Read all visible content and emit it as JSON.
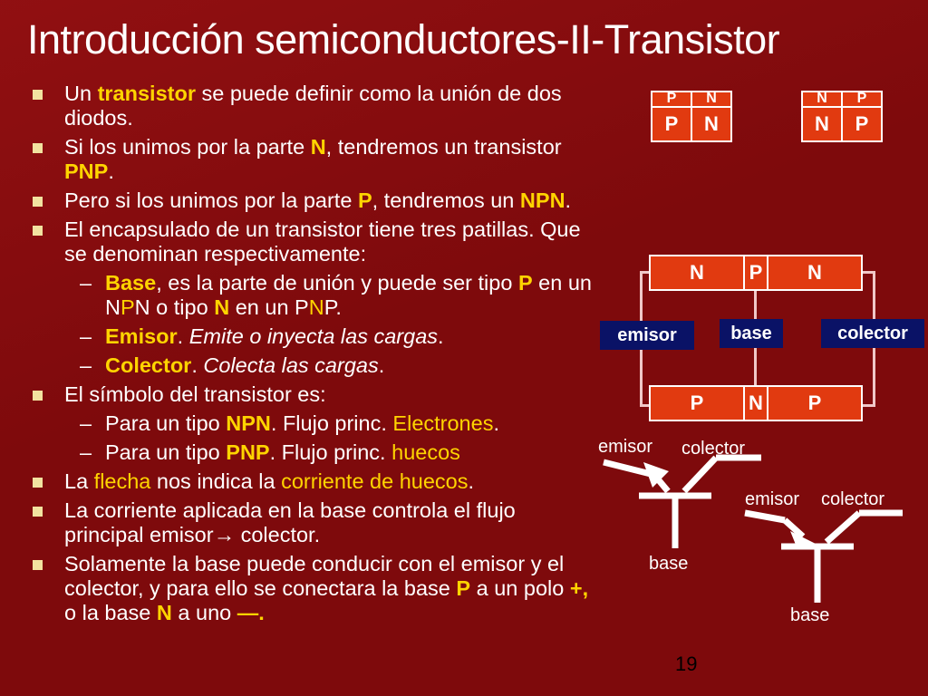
{
  "title": "Introducción semiconductores-II-Transistor",
  "bullets": {
    "b1": {
      "t1": "Un ",
      "t2": "transistor",
      "t3": " se puede definir como la unión de dos diodos."
    },
    "b2": {
      "t1": "Si los unimos por la parte ",
      "t2": "N",
      "t3": ", tendremos un transistor ",
      "t4": "PNP",
      "t5": "."
    },
    "b3": {
      "t1": "Pero si los unimos por la parte ",
      "t2": "P",
      "t3": ", tendremos un ",
      "t4": "NPN",
      "t5": "."
    },
    "b4": {
      "t1": "El encapsulado de un  transistor tiene tres patillas. Que se denominan respectivamente:"
    },
    "s1": {
      "dash": "–",
      "t1": "Base",
      "t2": ", es la parte de unión y puede ser tipo ",
      "t3": "P",
      "t4": " en un N",
      "t5": "P",
      "t6": "N o tipo ",
      "t7": "N",
      "t8": " en un P",
      "t9": "N",
      "t10": "P."
    },
    "s2": {
      "dash": "–",
      "t1": "Emisor",
      "t2": ". ",
      "t3": "Emite o inyecta las cargas",
      "t4": "."
    },
    "s3": {
      "dash": "–",
      "t1": "Colector",
      "t2": ". ",
      "t3": "Colecta las cargas",
      "t4": "."
    },
    "b5": {
      "t1": "El símbolo del transistor es:"
    },
    "s4": {
      "dash": "–",
      "t1": "Para un tipo ",
      "t2": "NPN",
      "t3": ". Flujo princ. ",
      "t4": "Electrones",
      "t5": "."
    },
    "s5": {
      "dash": "–",
      "t1": "Para un tipo ",
      "t2": "PNP",
      "t3": ". Flujo princ. ",
      "t4": "huecos"
    },
    "b6": {
      "t1": "La ",
      "t2": "flecha",
      "t3": " nos indica la ",
      "t4": "corriente de huecos",
      "t5": "."
    },
    "b7": {
      "t1": "La corriente aplicada en la base controla el flujo principal emisor",
      "t2": "→",
      "t3": " colector."
    },
    "b8": {
      "t1": "Solamente la base puede conducir con el emisor y el colector, y para ello se conectara la base ",
      "t2": "P",
      "t3": " a un polo ",
      "t4": "+,",
      "t5": " o la base ",
      "t6": "N",
      "t7": " a uno ",
      "t8": "—."
    }
  },
  "diagram": {
    "diode1": {
      "back_left": "P",
      "back_right": "N",
      "left": "P",
      "right": "N"
    },
    "diode2": {
      "back_left": "N",
      "back_right": "P",
      "left": "N",
      "right": "P"
    },
    "npn": {
      "left": "N",
      "mid": "P",
      "right": "N"
    },
    "pnp": {
      "left": "P",
      "mid": "N",
      "right": "P"
    },
    "labels": {
      "emisor": "emisor",
      "base": "base",
      "colector": "colector"
    },
    "symbol1": {
      "emisor": "emisor",
      "colector": "colector",
      "base": "base"
    },
    "symbol2": {
      "emisor": "emisor",
      "colector": "colector",
      "base": "base"
    }
  },
  "page_number": "19",
  "colors": {
    "background": "#7e0a0c",
    "highlight": "#ffd400",
    "box": "#e13a10",
    "label": "#0a1266"
  }
}
